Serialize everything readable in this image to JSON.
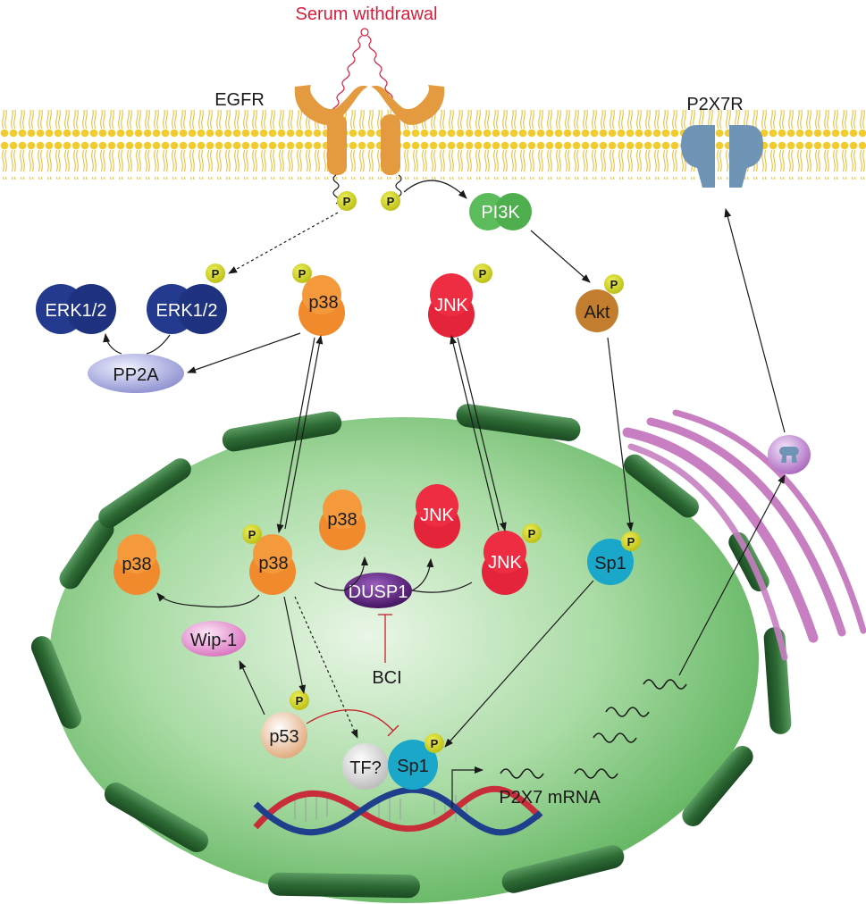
{
  "labels": {
    "serum": "Serum withdrawal",
    "egfr": "EGFR",
    "p2x7r": "P2X7R",
    "pi3k": "PI3K",
    "erk_a": "ERK1/2",
    "erk_b": "ERK1/2",
    "pp2a": "PP2A",
    "p38_cyto": "p38",
    "jnk_cyto": "JNK",
    "akt": "Akt",
    "p38_nuc_free": "p38",
    "jnk_nuc_free": "JNK",
    "p38_nuc_left": "p38",
    "p38_nuc_p": "p38",
    "jnk_nuc_p": "JNK",
    "dusp1": "DUSP1",
    "sp1_upper": "Sp1",
    "wip1": "Wip-1",
    "bci": "BCI",
    "p53": "p53",
    "tf": "TF?",
    "sp1_dna": "Sp1",
    "mrna": "P2X7 mRNA",
    "phospho": "P"
  },
  "colors": {
    "membrane": "#f3cb2e",
    "egfr": "#e49a3e",
    "p2x7r": "#6f94b6",
    "pi3k": "#5cbb5a",
    "erk": "#243a8e",
    "pp2a": "#b7b9e0",
    "p38": "#f08a2c",
    "jnk": "#e3243a",
    "akt": "#c27d2e",
    "sp1": "#1aa7c9",
    "dusp1": "#5b1f7a",
    "wip1": "#e98ed0",
    "p53": "#f0c7a4",
    "phospho": "#cfd21a",
    "nucleus": "#7ec77c",
    "envelope": "#2f6b36",
    "golgi": "#c77fc1",
    "inhibition": "#c8202c",
    "dna_red": "#c82d3a",
    "dna_blue": "#1f3f8c"
  }
}
